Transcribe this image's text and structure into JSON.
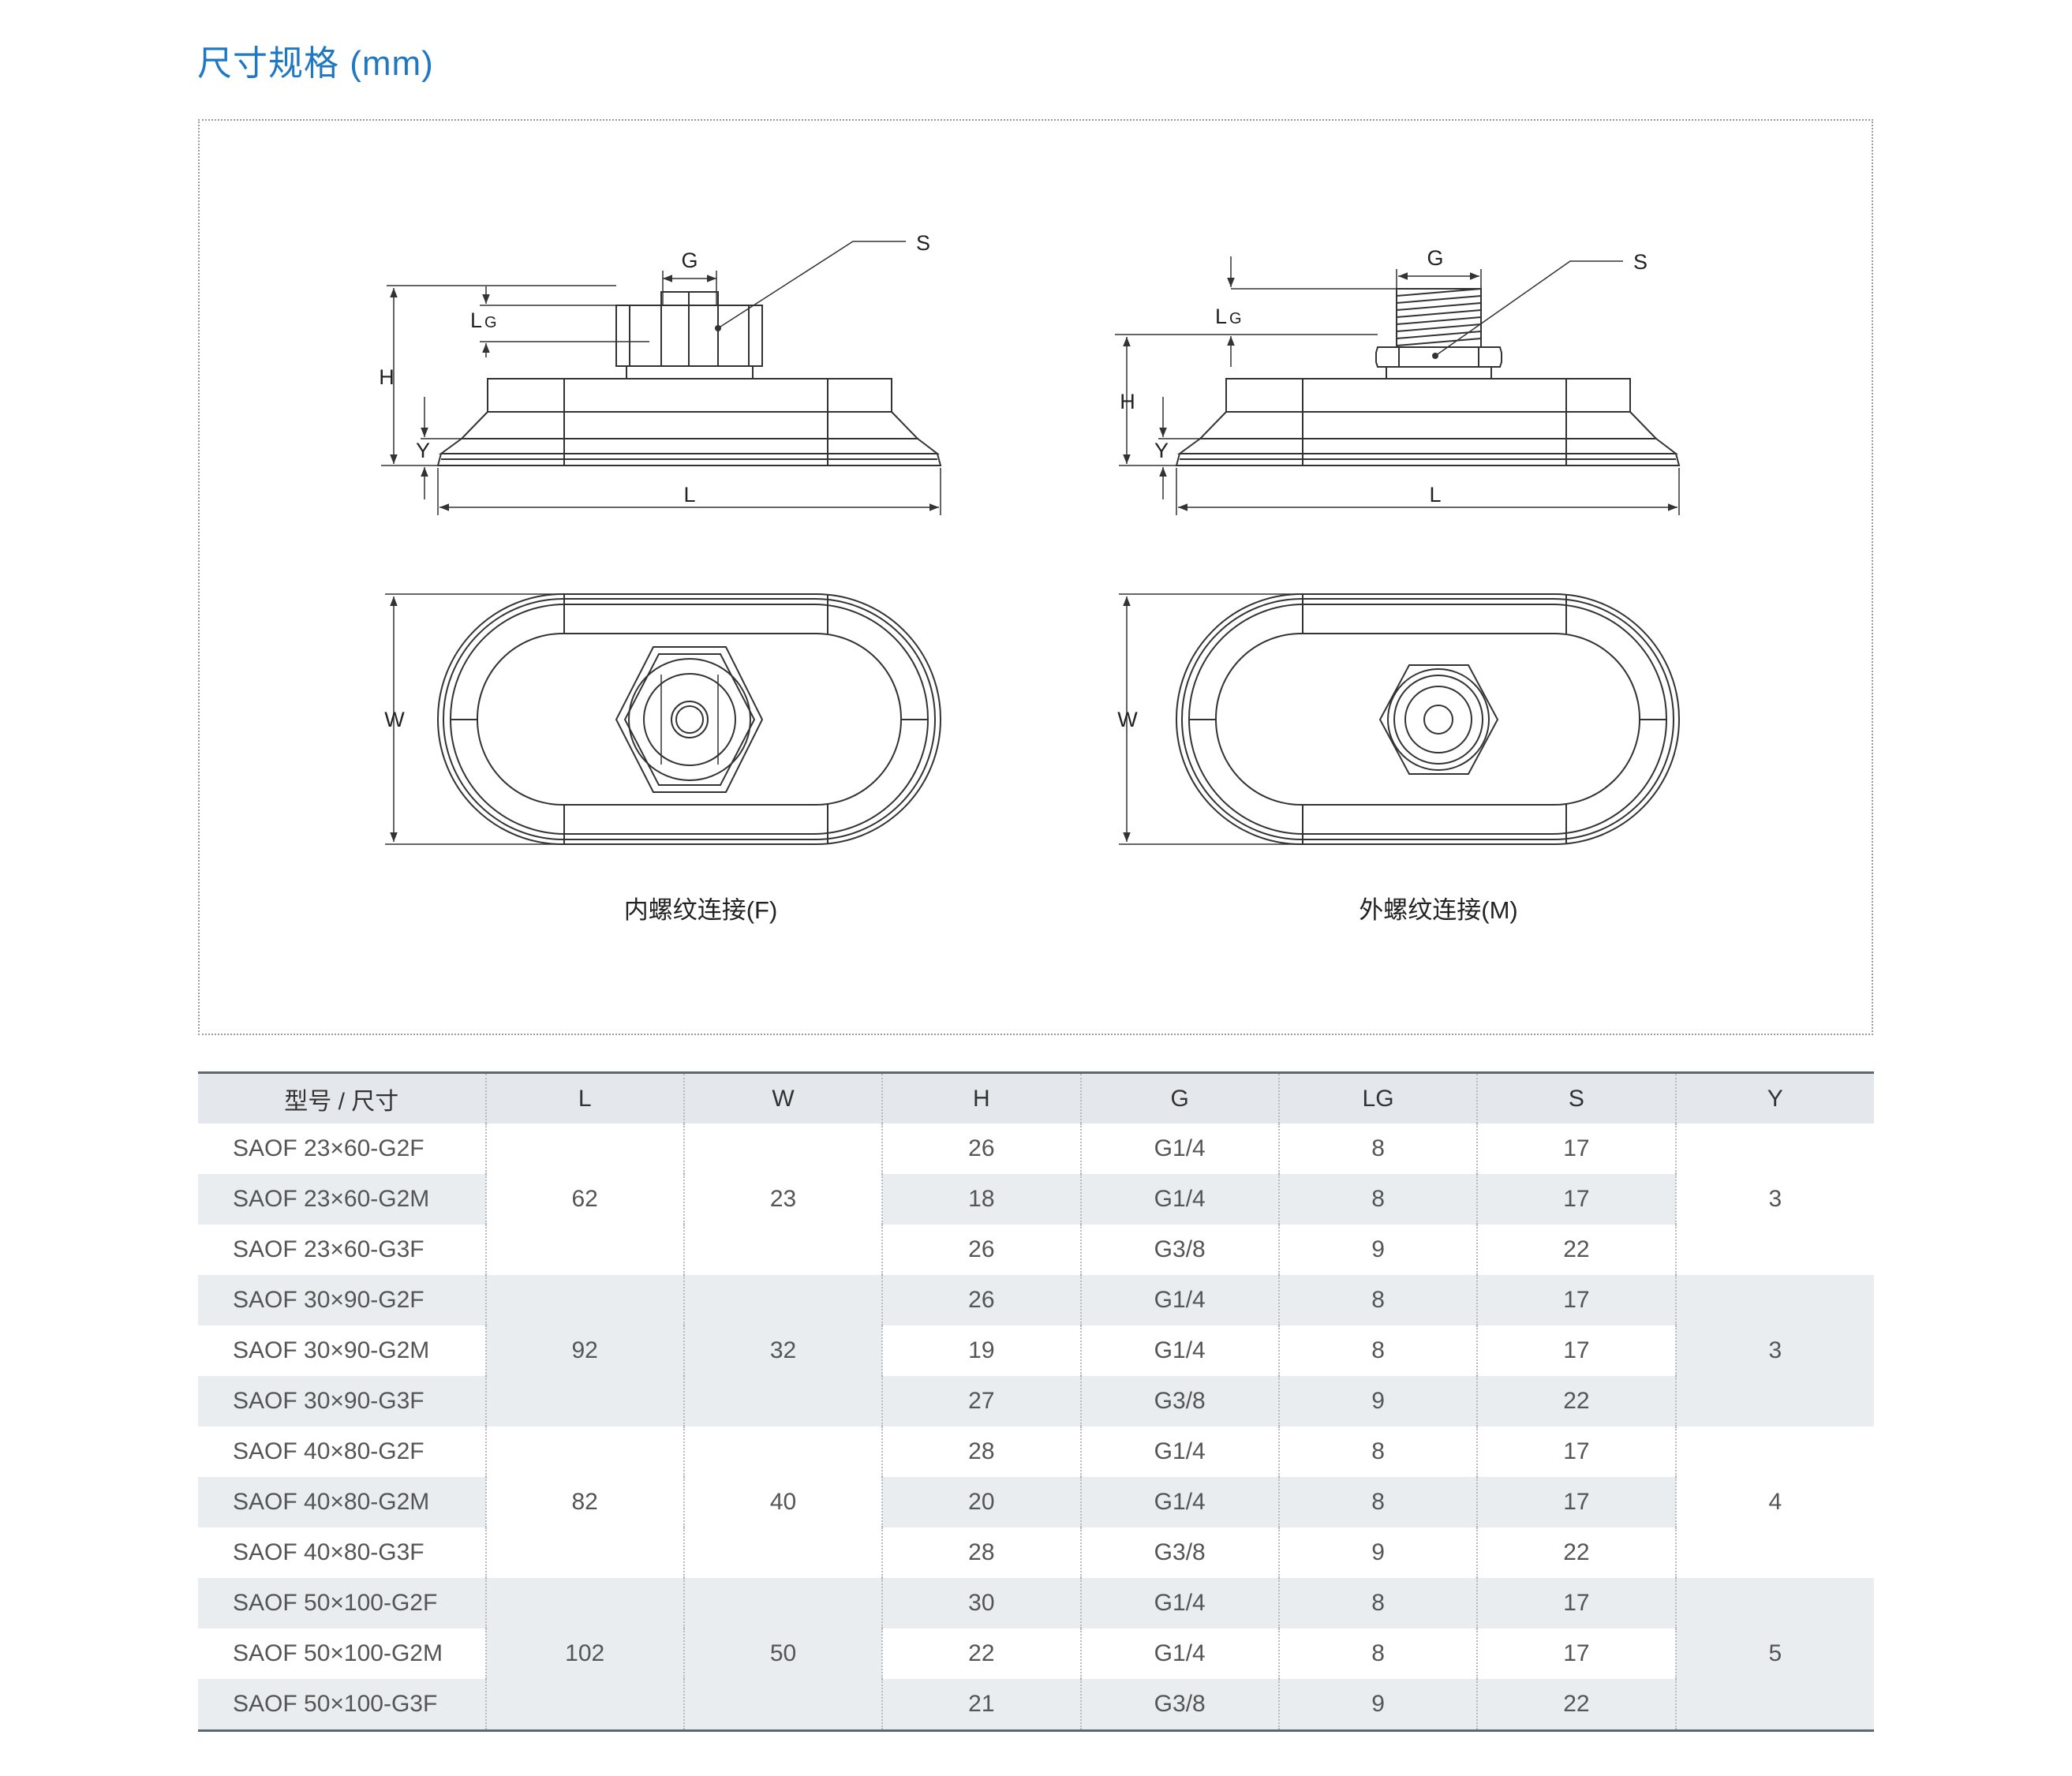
{
  "page": {
    "title": "尺寸规格 (mm)"
  },
  "diagram": {
    "left_caption": "内螺纹连接(F)",
    "right_caption": "外螺纹连接(M)",
    "labels": {
      "G": "G",
      "S": "S",
      "LG_main": "L",
      "LG_sub": "G",
      "H": "H",
      "Y": "Y",
      "L": "L",
      "W": "W"
    }
  },
  "table": {
    "headers": [
      "型号 / 尺寸",
      "L",
      "W",
      "H",
      "G",
      "LG",
      "S",
      "Y"
    ],
    "groups": [
      {
        "L": "62",
        "W": "23",
        "Y": "3",
        "rows": [
          {
            "model": "SAOF 23×60-G2F",
            "H": "26",
            "G": "G1/4",
            "LG": "8",
            "S": "17"
          },
          {
            "model": "SAOF 23×60-G2M",
            "H": "18",
            "G": "G1/4",
            "LG": "8",
            "S": "17"
          },
          {
            "model": "SAOF 23×60-G3F",
            "H": "26",
            "G": "G3/8",
            "LG": "9",
            "S": "22"
          }
        ]
      },
      {
        "L": "92",
        "W": "32",
        "Y": "3",
        "rows": [
          {
            "model": "SAOF 30×90-G2F",
            "H": "26",
            "G": "G1/4",
            "LG": "8",
            "S": "17"
          },
          {
            "model": "SAOF 30×90-G2M",
            "H": "19",
            "G": "G1/4",
            "LG": "8",
            "S": "17"
          },
          {
            "model": "SAOF 30×90-G3F",
            "H": "27",
            "G": "G3/8",
            "LG": "9",
            "S": "22"
          }
        ]
      },
      {
        "L": "82",
        "W": "40",
        "Y": "4",
        "rows": [
          {
            "model": "SAOF 40×80-G2F",
            "H": "28",
            "G": "G1/4",
            "LG": "8",
            "S": "17"
          },
          {
            "model": "SAOF 40×80-G2M",
            "H": "20",
            "G": "G1/4",
            "LG": "8",
            "S": "17"
          },
          {
            "model": "SAOF 40×80-G3F",
            "H": "28",
            "G": "G3/8",
            "LG": "9",
            "S": "22"
          }
        ]
      },
      {
        "L": "102",
        "W": "50",
        "Y": "5",
        "rows": [
          {
            "model": "SAOF 50×100-G2F",
            "H": "30",
            "G": "G1/4",
            "LG": "8",
            "S": "17"
          },
          {
            "model": "SAOF 50×100-G2M",
            "H": "22",
            "G": "G1/4",
            "LG": "8",
            "S": "17"
          },
          {
            "model": "SAOF 50×100-G3F",
            "H": "21",
            "G": "G3/8",
            "LG": "9",
            "S": "22"
          }
        ]
      }
    ]
  }
}
